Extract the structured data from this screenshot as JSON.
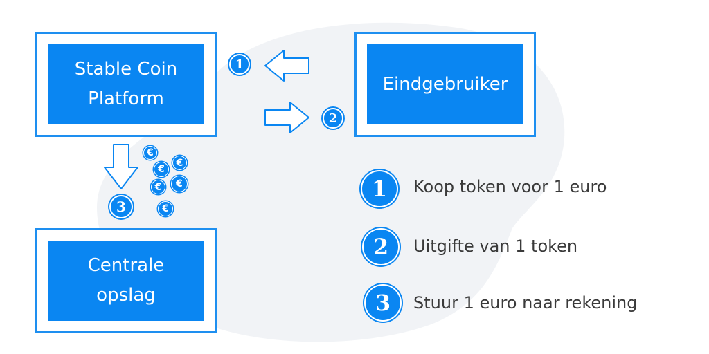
{
  "boxes": {
    "platform": "Stable Coin\nPlatform",
    "user": "Eindgebruiker",
    "storage": "Centrale\nopslag"
  },
  "steps": {
    "one": "1",
    "two": "2",
    "three": "3"
  },
  "coin_symbol": "€",
  "legend": [
    {
      "number": "1",
      "text": "Koop token voor 1 euro"
    },
    {
      "number": "2",
      "text": "Uitgifte van 1 token"
    },
    {
      "number": "3",
      "text": "Stuur 1 euro naar rekening"
    }
  ],
  "colors": {
    "accent": "#0a86f2",
    "border": "#1e8ff0",
    "background_blob": "#f1f3f6",
    "legend_text": "#3a3a3a"
  },
  "icons": {
    "arrow": "hollow-arrow-icon",
    "coin": "euro-coin-icon",
    "badge": "number-badge-icon"
  }
}
